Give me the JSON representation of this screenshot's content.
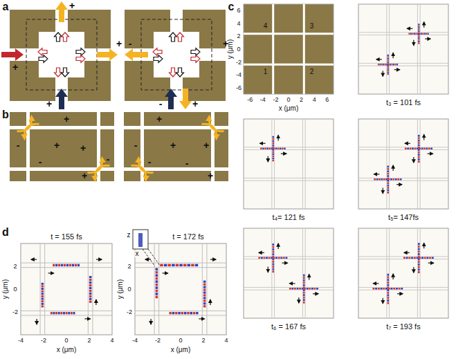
{
  "diagram": {
    "labels": [
      "a",
      "b",
      "c",
      "d",
      "+",
      "+",
      "+",
      "+",
      "-",
      "+",
      "-",
      "+",
      "+",
      "-",
      "+",
      "+",
      "-",
      "-",
      "+",
      "+",
      "-",
      "+",
      "+",
      "-",
      "-",
      "+",
      "6",
      "4",
      "2",
      "0",
      "-2",
      "-4",
      "-6",
      "-6",
      "-4",
      "-2",
      "0",
      "2",
      "4",
      "6",
      "x (μm)",
      "y (μm)",
      "4",
      "3",
      "1",
      "2",
      "t₃ = 101 fs",
      "t₄= 121 fs",
      "t₅= 147fs",
      "t₆ = 167 fs",
      "t₇ = 193 fs",
      "t = 155 fs",
      "2",
      "0",
      "-2",
      "-4",
      "-2",
      "0",
      "2",
      "4",
      "x (μm)",
      "y (μm)",
      "t = 172 fs",
      "2",
      "0",
      "-2",
      "-4",
      "-2",
      "0",
      "2",
      "4",
      "x (μm)",
      "y (μm)",
      "z",
      "x"
    ]
  }
}
